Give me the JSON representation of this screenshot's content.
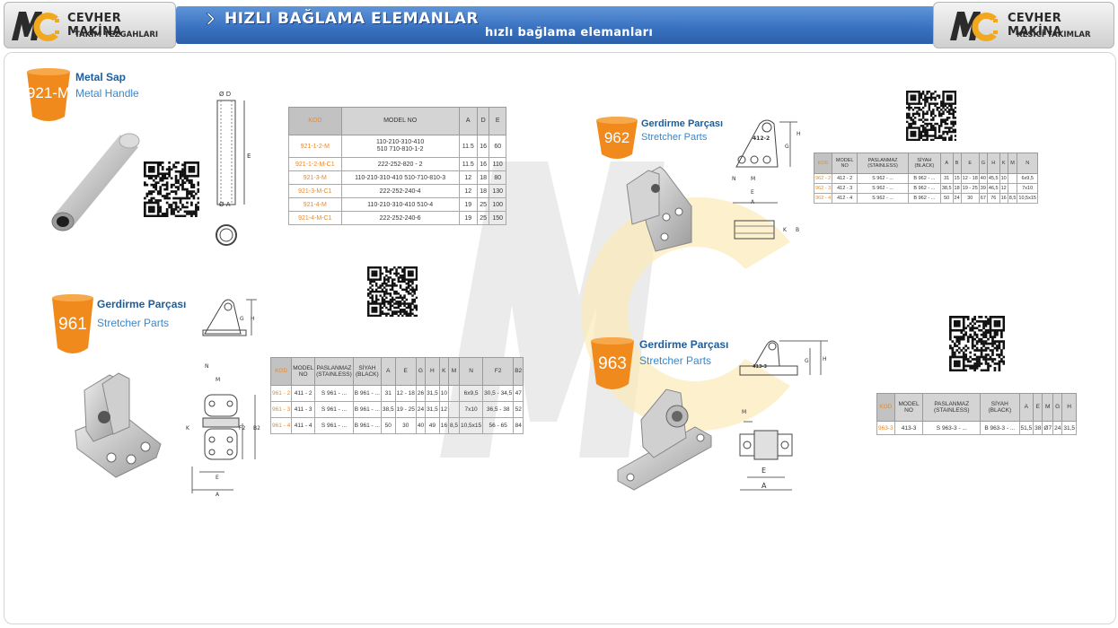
{
  "header": {
    "left_logo": {
      "mark": "MC",
      "title": "CEVHER MAKİNA",
      "subtitle": "TAKIM TEZGAHLARI"
    },
    "right_logo": {
      "mark": "MC",
      "title": "CEVHER MAKİNA",
      "subtitle": "KESİCİ TAKIMLAR"
    },
    "banner_title": "HIZLI BAĞLAMA ELEMANLAR",
    "banner_subtitle": "hızlı bağlama elemanları",
    "banner_arrow_icon": "chevron-right-icon"
  },
  "colors": {
    "badge_orange": "#f08a1c",
    "banner_blue": "#3a73c2",
    "title_blue": "#1d5d9b",
    "kod_orange": "#e48a2f"
  },
  "products": {
    "p921": {
      "code": "921-M",
      "title_tr": "Metal Sap",
      "title_en": "Metal Handle",
      "drawing_labels": {
        "dia_d": "Ø D",
        "dia_a": "Ø A",
        "length": "E"
      },
      "table": {
        "headers": [
          "KOD",
          "MODEL NO",
          "A",
          "D",
          "E"
        ],
        "rows": [
          [
            "921-1-2-M",
            "110-210-310-410\n510 710-810-1-2",
            "11.5",
            "16",
            "60"
          ],
          [
            "921-1-2-M-C1",
            "222-252-820 - 2",
            "11.5",
            "16",
            "110"
          ],
          [
            "921-3-M",
            "110-210-310-410  510-710-810-3",
            "12",
            "18",
            "80"
          ],
          [
            "921-3-M-C1",
            "222-252-240-4",
            "12",
            "18",
            "130"
          ],
          [
            "921-4-M",
            "110-210-310-410 510-4",
            "19",
            "25",
            "100"
          ],
          [
            "921-4-M-C1",
            "222-252-240-6",
            "19",
            "25",
            "150"
          ]
        ]
      }
    },
    "p961": {
      "code": "961",
      "title_tr": "Gerdirme Parçası",
      "title_en": "Stretcher Parts",
      "drawing_labels": {
        "g": "G",
        "h": "H",
        "n": "N",
        "m": "M",
        "k": "K",
        "f2": "F2",
        "b2": "B2",
        "e": "E",
        "a": "A"
      },
      "table": {
        "headers": [
          "KOD",
          "MODEL NO",
          "PASLANMAZ (STAINLESS)",
          "SİYAH (BLACK)",
          "A",
          "E",
          "G",
          "H",
          "K",
          "M",
          "N",
          "F2",
          "B2"
        ],
        "rows": [
          [
            "961 - 2",
            "411 - 2",
            "S 961 - ...",
            "B 961 - ...",
            "31",
            "12 - 18",
            "26",
            "31,5",
            "10",
            "",
            "6x9,5",
            "30,5 - 34,5",
            "47"
          ],
          [
            "961 - 3",
            "411 - 3",
            "S 961 - ...",
            "B 961 - ...",
            "38,5",
            "19 - 25",
            "24",
            "31,5",
            "12",
            "",
            "7x10",
            "36,5 - 38",
            "52"
          ],
          [
            "961 - 4",
            "411 - 4",
            "S 961 - ...",
            "B 961 - ...",
            "50",
            "30",
            "40",
            "49",
            "16",
            "8,5",
            "10,5x15",
            "56 - 65",
            "84"
          ]
        ]
      }
    },
    "p962": {
      "code": "962",
      "title_tr": "Gerdirme Parçası",
      "title_en": "Stretcher Parts",
      "drawing_labels": {
        "part": "412-2",
        "g": "G",
        "h": "H",
        "n": "N",
        "m": "M",
        "e": "E",
        "a": "A",
        "k": "K",
        "b": "B"
      },
      "table": {
        "headers": [
          "KOD",
          "MODEL NO",
          "PASLANMAZ (STAINLESS)",
          "SİYAH (BLACK)",
          "A",
          "B",
          "E",
          "G",
          "H",
          "K",
          "M",
          "N"
        ],
        "rows": [
          [
            "962 - 2",
            "412 - 2",
            "S 962 - ...",
            "B 962 - ...",
            "31",
            "15",
            "12 - 18",
            "40",
            "45,5",
            "10",
            "",
            "6x9,5"
          ],
          [
            "962 - 3",
            "412 - 3",
            "S 962 - ...",
            "B 962 - ...",
            "38,5",
            "18",
            "19 - 25",
            "39",
            "46,5",
            "12",
            "",
            "7x10"
          ],
          [
            "962 - 4",
            "412 - 4",
            "S 962 - ...",
            "B 962 - ...",
            "50",
            "24",
            "30",
            "67",
            "76",
            "16",
            "8,5",
            "10,5x15"
          ]
        ]
      }
    },
    "p963": {
      "code": "963",
      "title_tr": "Gerdirme Parçası",
      "title_en": "Stretcher Parts",
      "drawing_labels": {
        "part": "413-3",
        "g": "G",
        "h": "H",
        "m": "M",
        "e": "E",
        "a": "A"
      },
      "table": {
        "headers": [
          "KOD",
          "MODEL NO",
          "PASLANMAZ (STAINLESS)",
          "SİYAH (BLACK)",
          "A",
          "E",
          "M",
          "G",
          "H"
        ],
        "rows": [
          [
            "963-3",
            "413-3",
            "S 963-3 - ...",
            "B 963-3 - ...",
            "51,5",
            "38",
            "Ø7",
            "24",
            "31,5"
          ]
        ]
      }
    }
  }
}
